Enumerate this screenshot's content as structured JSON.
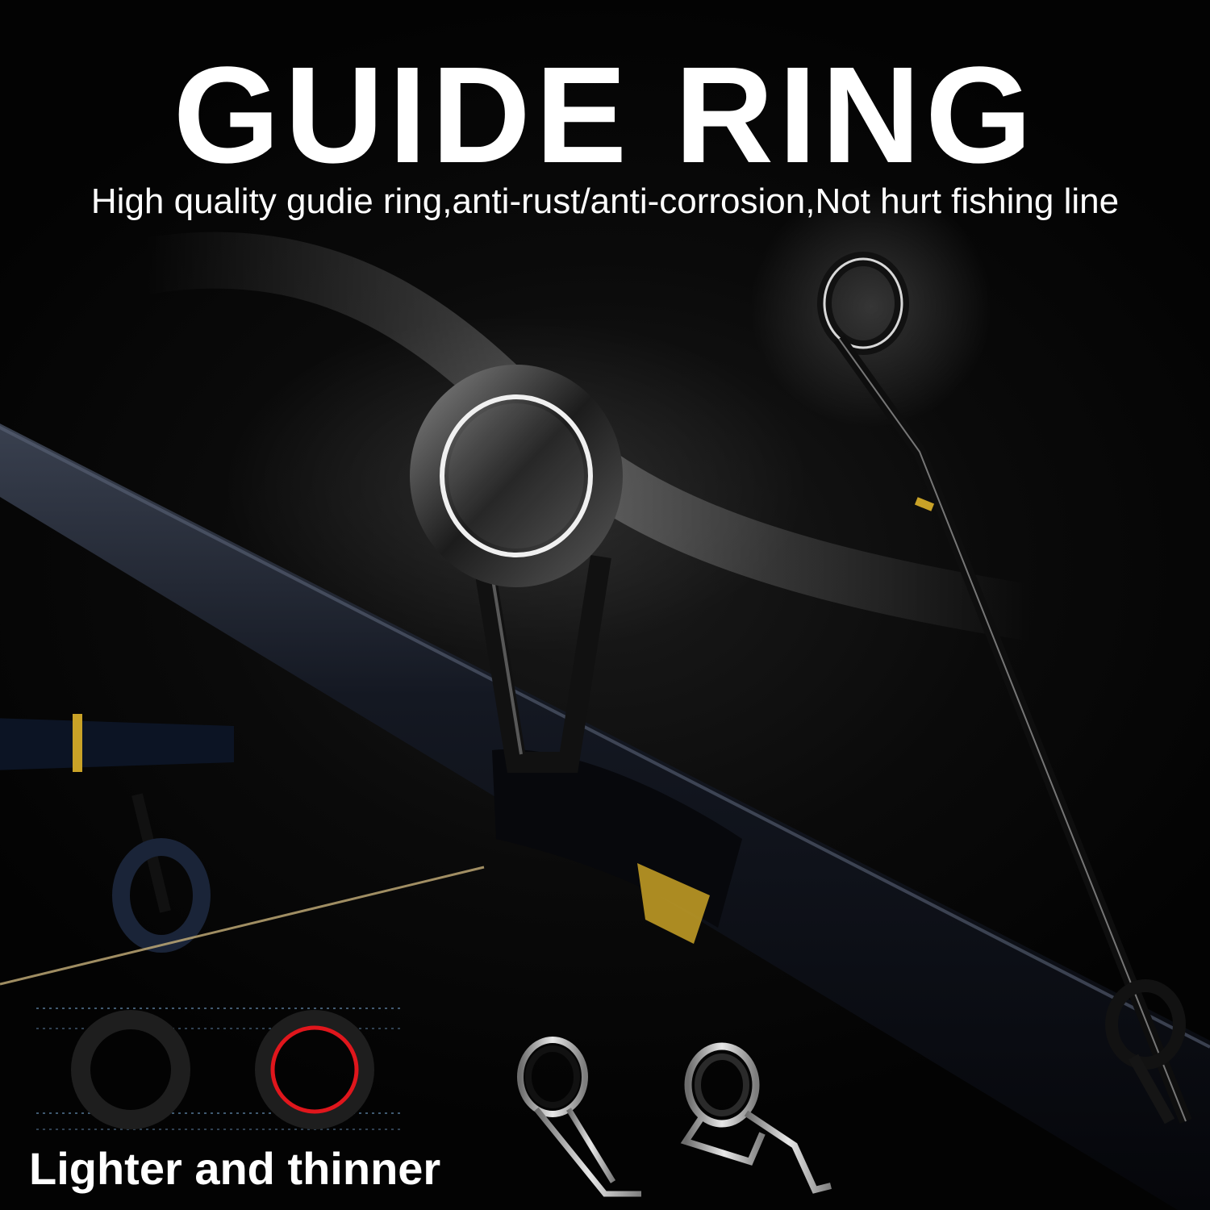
{
  "header": {
    "title": "GUIDE RING",
    "subtitle": "High quality gudie ring,anti-rust/anti-corrosion,Not hurt fishing line"
  },
  "comparison": {
    "caption": "Lighter and thinner"
  },
  "colors": {
    "background": "#050505",
    "text": "#ffffff",
    "rod": "#0b0d14",
    "gold_band": "#c9a227",
    "highlight_ring": "#e0161c",
    "fishing_line": "#c7b07a"
  },
  "icons": [
    "guide-ring-icon",
    "fishing-rod-icon",
    "rod-tip-icon",
    "guide-ring-frame-icon"
  ]
}
